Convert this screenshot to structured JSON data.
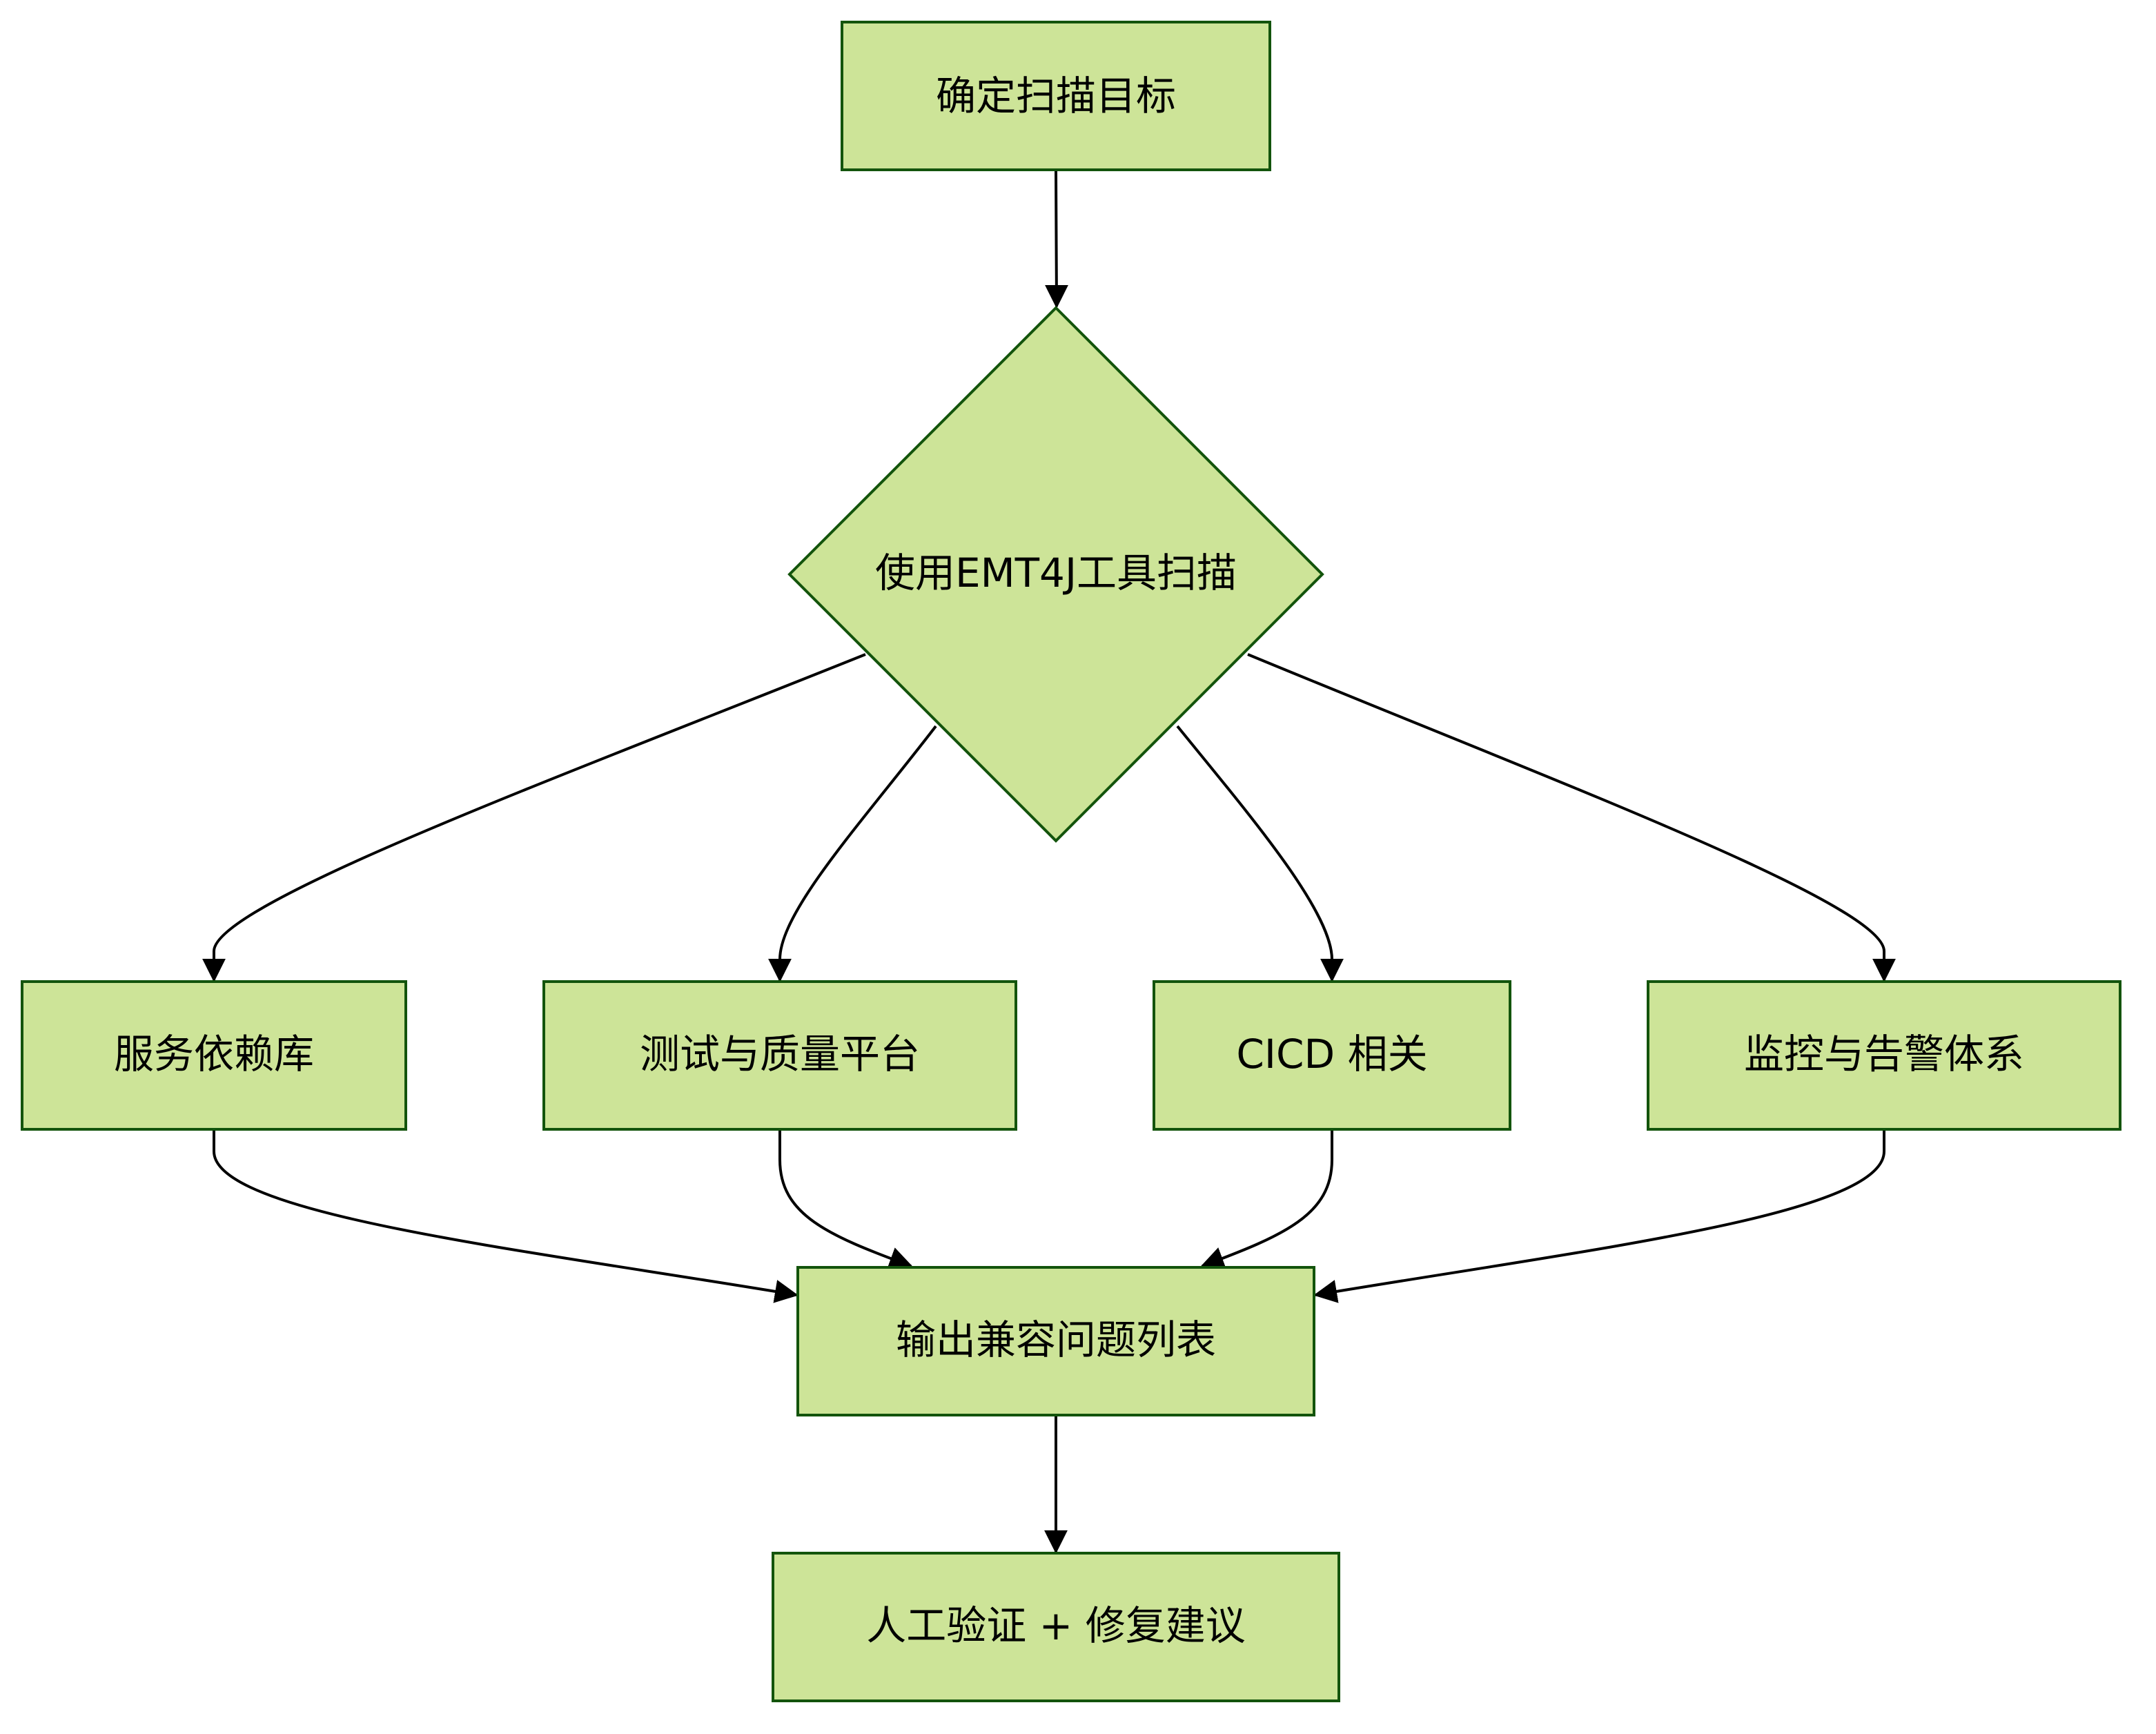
{
  "nodes": {
    "start": "确定扫描目标",
    "scan": "使用EMT4J工具扫描",
    "deps": "服务依赖库",
    "test": "测试与质量平台",
    "cicd": "CICD 相关",
    "monitor": "监控与告警体系",
    "output": "输出兼容问题列表",
    "verify": "人工验证 + 修复建议"
  },
  "edges": [
    {
      "from": "start",
      "to": "scan"
    },
    {
      "from": "scan",
      "to": "deps"
    },
    {
      "from": "scan",
      "to": "test"
    },
    {
      "from": "scan",
      "to": "cicd"
    },
    {
      "from": "scan",
      "to": "monitor"
    },
    {
      "from": "deps",
      "to": "output"
    },
    {
      "from": "test",
      "to": "output"
    },
    {
      "from": "cicd",
      "to": "output"
    },
    {
      "from": "monitor",
      "to": "output"
    },
    {
      "from": "output",
      "to": "verify"
    }
  ],
  "colors": {
    "node_fill": "#cde498",
    "node_stroke": "#13540c",
    "edge": "#000000"
  }
}
